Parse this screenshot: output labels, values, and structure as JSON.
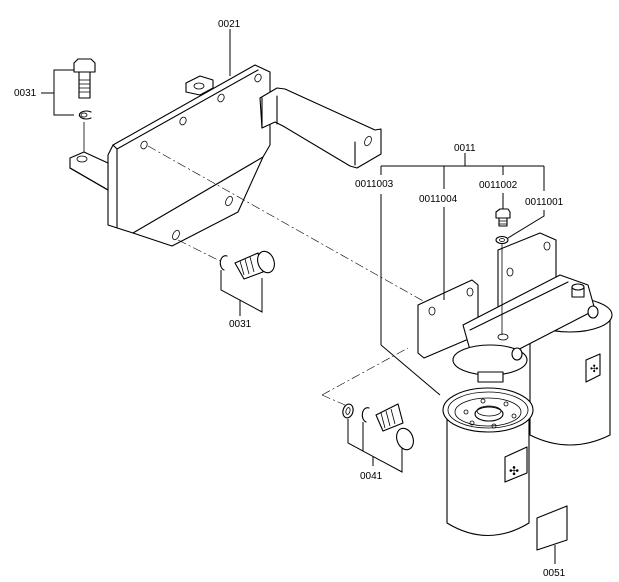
{
  "diagram": {
    "type": "exploded parts diagram",
    "subject": "Oil filter assembly with mounting bracket",
    "labels": {
      "bracket": "0021",
      "bolt_set_top": "0031",
      "bolt_set_bottom": "0031",
      "filter_assembly": "0011",
      "sub_0011003": "0011003",
      "sub_0011004": "0011004",
      "sub_0011002": "0011002",
      "sub_0011001": "0011001",
      "bolt_set_filter": "0041",
      "label_sticker": "0051"
    },
    "colors": {
      "line": "#000000",
      "background": "#ffffff"
    }
  }
}
